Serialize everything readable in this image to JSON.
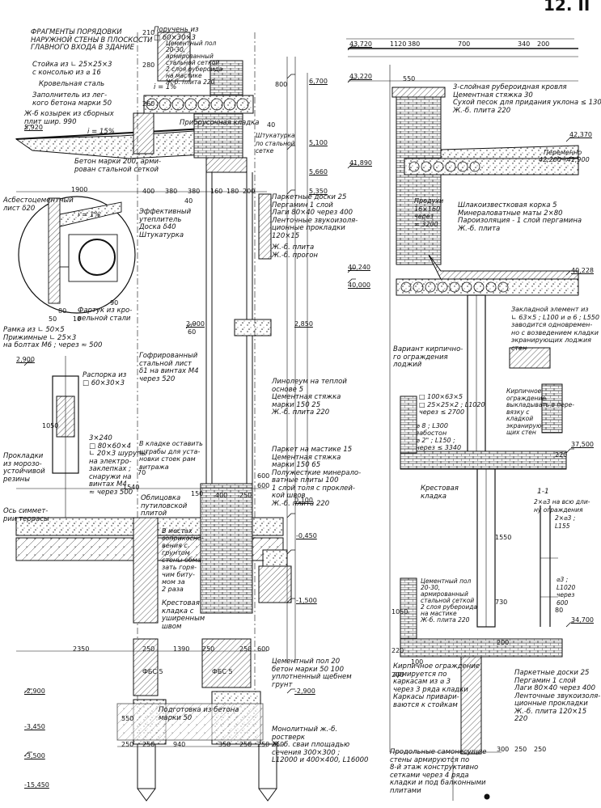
{
  "sheet_number": "12. II",
  "title": "ФРАГМЕНТЫ ПОРЯДОВКИ НАРУЖНОЙ СТЕНЫ В ПЛОСКОСТИ ГЛАВНОГО ВХОДА В ЗДАНИЕ",
  "left_notes": [
    "Стойка из ∟ 25×25×3\nс консолью из ⌀ 16",
    "Кровельная сталь",
    "Заполнитель из лег-\nкого бетона марки 50",
    "Ж-б козырек из сборных\nплит шир. 990",
    "Бетон марки 200, арми-\nрован стальной сеткой",
    "Асбестоцементный\nлист δ20",
    "Рамка из ∟ 50×5\nПрижимные ∟ 25×3\nна болтах М6 ; через ≈ 500",
    "Фартук из кро-\nвельной стали",
    "Распорка из\n□ 60×30×3",
    "3×240\n□ 80×60×4\n∟ 20×3 шурупы\nна электро-\nзаклепках ;\nснаружи на\nвинтах М4\n≈ через 500",
    "Прокладки\nиз морозо-\nустойчивой\nрезины",
    "Ось симмет-\nрии террасы",
    "Облицовка\nпутиловской\nплитой",
    "Подготовка из бетона\nмарки 50"
  ],
  "center_notes": [
    "Поручень из\n□ 60×30×3",
    "Цементный пол\n20-30,\nармированный\nстальной сеткой\n2 слоя рубероида\nна мастике\nЖ-б. плита 220",
    "Прибрусочная кладка",
    "Штукатурка\nпо стальной\nсетке",
    "Эффективный\nутеплитель\nДоска δ40\nШтукатурка",
    "Гофрированный\nстальной лист\nδ1 на винтах М4\nчерез 520",
    "В кладке оставить\nштрабы для уста-\nновки стоек рам\nвитража",
    "В местах\nсоприкосно-\nвения с\nгрунтом\nстены обма-\nзать горя-\nчим биту-\nмом за\n2 раза",
    "Крестовая\nкладка с\nуширенным\nшвом",
    "Паркетные доски 25\nПергамин 1 слой\nЛаги 80×40 через 400\nЛенточные звукоизоля-\nционные прокладки\n120×15",
    "Ж.-б. плита\nЖ.-б. прогон",
    "Линолеум на теплой\nоснове 5\nЦементная стяжка\nмарки 150 25\nЖ.-б. плита 220",
    "Паркет на мастике 15\nЦементная стяжка\nмарки 150 65\nПолужесткие минерало-\nватные плиты 100\n1 слой толя с проклей-\nкой швов\nЖ.-б. плита 220",
    "Цементный пол 20\nбетон марки 50 100\nуплотненный щебнем\nгрунт",
    "Монолитный ж.-б.\nростверк\nЖ.-б. сваи площадью\nсечения 300×300 ;\nL12000 и 400×400, L16000"
  ],
  "right_notes": [
    "3-слойная рубероидная кровля\nЦементная стяжка 30\nСухой песок для придания уклона ≤ 130\nЖ.-б. плита 220",
    "Шлакоизвестковая корка 5\nМинераловатные маты 2×80\nПароизоляция - 1 слой пергамина\nЖ.-б. плита",
    "Продухи\n16×160\nчерез\n≈ 3200",
    "Закладной элемент из\n∟ 63×5 ; L100 и ⌀ 6 ; L550\nзаводится одновремен-\nно с возведением кладки\nэкранирующих лоджия\nстен",
    "Вариант кирпично-\nго ограждения\nлоджий",
    "□ 100×63×5\n□ 25×25×2 ; L1020\nчерез ≤ 2700",
    "⌀ 8 ; L300\nзабостон\n⌀ 2\" ; L150 ;\nчерез ≤ 3340",
    "Кирпичное\nограждение\nвыкладывать в пере-\nвязку с\nкладкой\nэкранирую-\nщих стен",
    "Крестовая\nкладка",
    "Цементный пол\n20-30,\nармированный\nстальной сеткой\n2 слоя рубероида\nна мастике\nЖ-б. плита 220",
    "Кирпичное ограждение\nармируется по\nкаркасам из ⌀ 3\nчерез 3 ряда кладки\nКаркасы привари-\nваются к стойкам",
    "Паркетные доски 25\nПергамин 1 слой\nЛаги 80×40 через 400\nЛенточные звукоизоля-\nционные прокладки\nЖ.-б. плита 120×15\n220",
    "Продольные самонесущие\nстены армируются по\n8-й этаж конструктивно\nсетками через 4 ряда\nкладки и под балконными\nплитами",
    "1-1",
    "2×⌀3 на всю дли-\nну ограждения",
    "2×⌀3 ;\nL155",
    "⌀3 ;\nL1020\nчерез\n600"
  ],
  "levels": [
    "43,720",
    "43,220",
    "42,370",
    "41,890",
    "40,240",
    "40,000",
    "40,228",
    "37,500",
    "34,700",
    "6,700",
    "5,920",
    "5,660",
    "5,100",
    "5,350",
    "2,900",
    "2,850",
    "2,900",
    "0,100",
    "-0,450",
    "-1,500",
    "-2,900",
    "-2,900",
    "-3,450",
    "-3,500",
    "-15,450"
  ],
  "level_notes": [
    "Переменно",
    "42,200÷41,900"
  ],
  "slopes": [
    "i = 15%",
    "i = 1%",
    "i = 1%"
  ],
  "dims": [
    "1120",
    "380",
    "700",
    "340",
    "200",
    "550",
    "1900",
    "400",
    "380",
    "380",
    "40",
    "160",
    "180",
    "200",
    "210",
    "280",
    "800",
    "40",
    "260",
    "1540",
    "150",
    "400",
    "250",
    "600",
    "1050",
    "2350",
    "1390",
    "600",
    "940",
    "350",
    "250",
    "250",
    "250",
    "250",
    "250",
    "550",
    "1550",
    "730",
    "1050",
    "220",
    "200",
    "250",
    "250",
    "250",
    "80",
    "300",
    "220",
    "200",
    "250",
    "250",
    "100",
    "600",
    "60",
    "90",
    "80",
    "50",
    "10",
    "70"
  ],
  "markers": [
    "ФБС 5",
    "ФБС 5"
  ],
  "colors": {
    "ink": "#111111",
    "paper": "#ffffff",
    "hatch": "#333333"
  }
}
